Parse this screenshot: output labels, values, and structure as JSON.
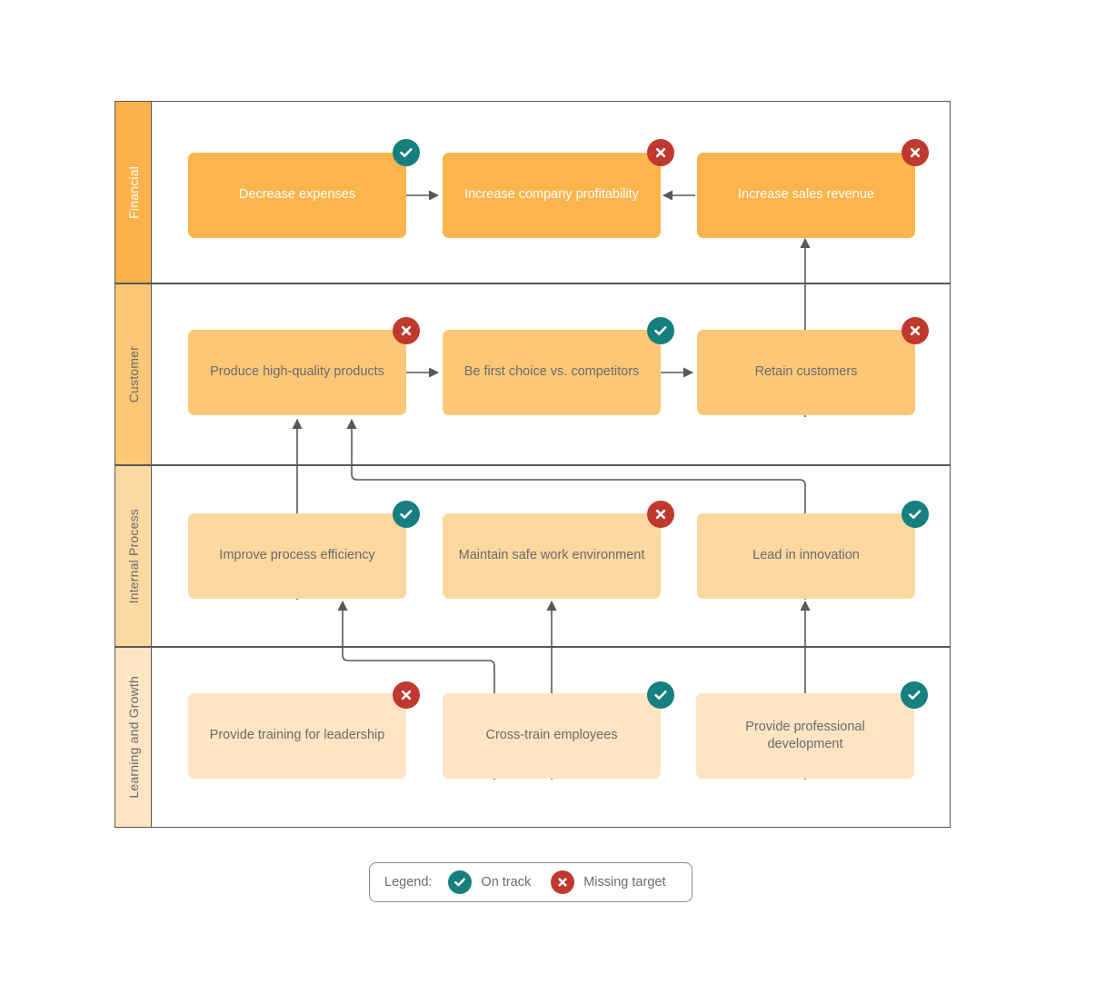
{
  "diagram": {
    "type": "strategy-map",
    "perspectives": [
      {
        "id": "financial",
        "label": "Financial",
        "objectives": [
          {
            "label": "Decrease expenses",
            "status": "on-track"
          },
          {
            "label": "Increase company profitability",
            "status": "missing-target"
          },
          {
            "label": "Increase sales revenue",
            "status": "missing-target"
          }
        ]
      },
      {
        "id": "customer",
        "label": "Customer",
        "objectives": [
          {
            "label": "Produce high-quality products",
            "status": "missing-target"
          },
          {
            "label": "Be first choice vs. competitors",
            "status": "on-track"
          },
          {
            "label": "Retain customers",
            "status": "missing-target"
          }
        ]
      },
      {
        "id": "internal",
        "label": "Internal Process",
        "objectives": [
          {
            "label": "Improve process efficiency",
            "status": "on-track"
          },
          {
            "label": "Maintain safe work environment",
            "status": "missing-target"
          },
          {
            "label": "Lead in innovation",
            "status": "on-track"
          }
        ]
      },
      {
        "id": "learning",
        "label": "Learning and Growth",
        "objectives": [
          {
            "label": "Provide training for leadership",
            "status": "missing-target"
          },
          {
            "label": "Cross-train employees",
            "status": "on-track"
          },
          {
            "label": "Provide professional development",
            "status": "on-track"
          }
        ]
      }
    ]
  },
  "legend": {
    "title": "Legend:",
    "items": [
      {
        "status": "on-track",
        "icon": "check-circle-icon",
        "label": "On track"
      },
      {
        "status": "missing-target",
        "icon": "x-circle-icon",
        "label": "Missing target"
      }
    ]
  },
  "colors": {
    "on_track": "#167f7f",
    "missing_target": "#c0392f",
    "financial_tier": "#fcb44d",
    "customer_tier": "#fcc878",
    "internal_tier": "#fcd7a0",
    "learning_tier": "#fde4c2",
    "connector": "#58585a",
    "frame": "#58585a"
  }
}
